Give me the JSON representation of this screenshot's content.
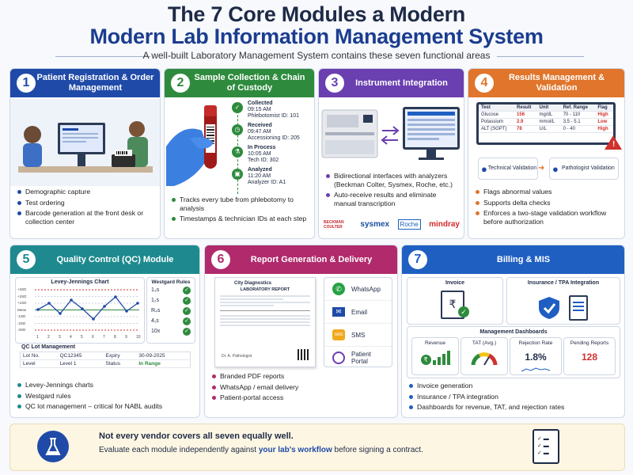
{
  "header": {
    "title_line1": "The 7 Core Modules a Modern",
    "title_line2": "Modern Lab Information Management System",
    "subtitle": "A well-built Laboratory Management System contains these seven functional areas"
  },
  "colors": {
    "m1": "#1f4aa8",
    "m2": "#2e8b3d",
    "m3": "#6a3fb0",
    "m4": "#e0752b",
    "m5": "#1e8a8f",
    "m6": "#b02a6c",
    "m7": "#1f5fc2"
  },
  "modules": [
    {
      "num": "1",
      "title": "Patient Registration & Order Management",
      "bullets": [
        "Demographic capture",
        "Test ordering",
        "Barcode generation at the front desk or collection center"
      ]
    },
    {
      "num": "2",
      "title": "Sample Collection & Chain of Custody",
      "bullets": [
        "Tracks every tube from phlebotomy to analysis",
        "Timestamps & technician IDs at each step"
      ],
      "timeline": [
        {
          "status": "Collected",
          "time": "09:15 AM",
          "who": "Phlebotomist ID: 101"
        },
        {
          "status": "Received",
          "time": "09:47 AM",
          "who": "Accessioning ID: 205"
        },
        {
          "status": "In Process",
          "time": "10:05 AM",
          "who": "Tech ID: 302"
        },
        {
          "status": "Analyzed",
          "time": "11:20 AM",
          "who": "Analyzer ID: A1"
        }
      ]
    },
    {
      "num": "3",
      "title": "Instrument Integration",
      "bullets": [
        "Bidirectional interfaces with analyzers (Beckman Colter, Sysmex, Roche, etc.)",
        "Auto-receive results and eliminate manual transcription"
      ],
      "logos": [
        "BECKMAN COULTER",
        "sysmex",
        "Roche",
        "mindray"
      ]
    },
    {
      "num": "4",
      "title": "Results Management & Validation",
      "bullets": [
        "Flags abnormal values",
        "Supports delta checks",
        "Enforces a two-stage validation workflow before authorization"
      ],
      "table_head": [
        "Test",
        "Result",
        "Unit",
        "Ref. Range",
        "Flag"
      ],
      "table_rows": [
        [
          "Glucose",
          "156",
          "mg/dL",
          "70 - 110",
          "High"
        ],
        [
          "Potassium",
          "2.9",
          "mmol/L",
          "3.5 - 5.1",
          "Low"
        ],
        [
          "ALT (SGPT)",
          "78",
          "U/L",
          "0 - 40",
          "High"
        ]
      ],
      "tech": "Technical Validation",
      "path": "Pathologist Validation"
    },
    {
      "num": "5",
      "title": "Quality Control (QC) Module",
      "bullets": [
        "Levey-Jennings charts",
        "Westgard rules",
        "QC lot management – critical for NABL audits"
      ],
      "lj_title": "Levey-Jennings Chart",
      "lj_y": [
        "+3SD",
        "+2SD",
        "+1SD",
        "Mean",
        "-1SD",
        "-2SD",
        "-3SD"
      ],
      "lj_x": [
        "1",
        "2",
        "3",
        "4",
        "5",
        "6",
        "7",
        "8",
        "9",
        "10"
      ],
      "wg_title": "Westgard Rules",
      "wg_rules": [
        "1₃s",
        "1₂s",
        "R₄s",
        "4₁s",
        "10x"
      ],
      "lot_title": "QC Lot Management",
      "lot": {
        "lot_no_label": "Lot No.",
        "lot_no": "QC12345",
        "expiry_label": "Expiry",
        "expiry": "30-09-2025",
        "level_label": "Level",
        "level": "Level 1",
        "status_label": "Status",
        "status": "In Range"
      }
    },
    {
      "num": "6",
      "title": "Report Generation & Delivery",
      "bullets": [
        "Branded PDF reports",
        "WhatsApp / email delivery",
        "Patient-portal access"
      ],
      "report_org": "City Diagnostics",
      "report_title": "LABORATORY REPORT",
      "report_sign": "Dr. A. Pathologist",
      "channels": [
        "WhatsApp",
        "Email",
        "SMS",
        "Patient Portal"
      ]
    },
    {
      "num": "7",
      "title": "Billing & MIS",
      "bullets": [
        "Invoice generation",
        "Insurance / TPA integration",
        "Dashboards for revenue, TAT, and rejection rates"
      ],
      "invoice": "Invoice",
      "tpa": "Insurance / TPA Integration",
      "dash_title": "Management Dashboards",
      "tiles": [
        {
          "label": "Revenue",
          "value": ""
        },
        {
          "label": "TAT (Avg.)",
          "value": ""
        },
        {
          "label": "Rejection Rate",
          "value": "1.8%"
        },
        {
          "label": "Pending Reports",
          "value": "128"
        }
      ]
    }
  ],
  "footer": {
    "line1": "Not every vendor covers all seven equally well.",
    "line2_pre": "Evaluate each module independently against ",
    "line2_em": "your lab's workflow",
    "line2_post": " before signing a contract."
  }
}
